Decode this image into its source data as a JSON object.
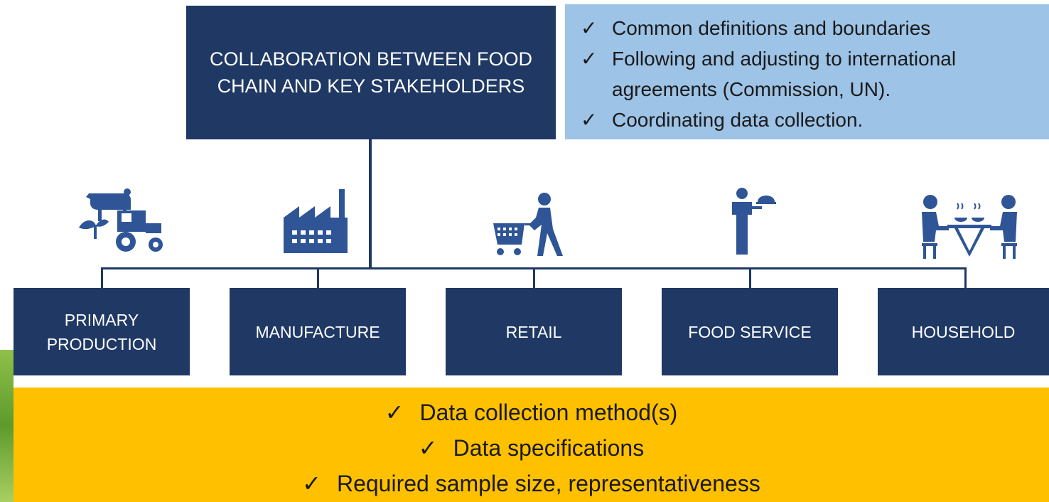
{
  "header": {
    "title": "COLLABORATION BETWEEN FOOD CHAIN AND KEY STAKEHOLDERS"
  },
  "top_points": [
    "Common definitions and boundaries",
    "Following  and adjusting to international agreements (Commission, UN).",
    "Coordinating data collection."
  ],
  "stages": [
    {
      "label": "PRIMARY PRODUCTION",
      "icon": "farm-cow-tractor-icon"
    },
    {
      "label": "MANUFACTURE",
      "icon": "factory-icon"
    },
    {
      "label": "RETAIL",
      "icon": "shopping-cart-person-icon"
    },
    {
      "label": "FOOD SERVICE",
      "icon": "waiter-icon"
    },
    {
      "label": "HOUSEHOLD",
      "icon": "people-dining-icon"
    }
  ],
  "bottom_points": [
    "Data collection method(s)",
    "Data specifications",
    "Required sample size, representativeness"
  ],
  "check_symbol": "✓",
  "colors": {
    "navy": "#1f3864",
    "light_blue": "#9dc3e6",
    "gold": "#ffc000",
    "icon_blue": "#2f5597"
  }
}
